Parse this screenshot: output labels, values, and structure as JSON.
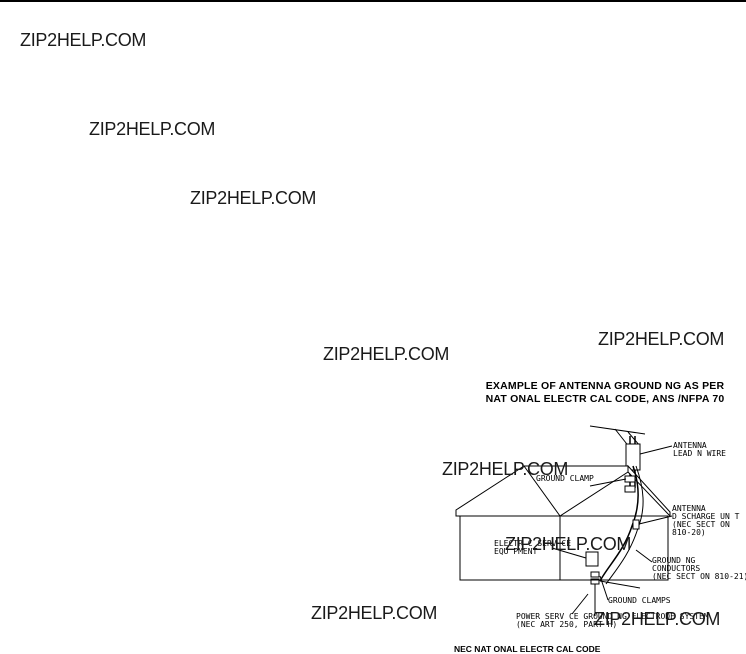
{
  "watermarks": [
    "ZIP2HELP.COM",
    "ZIP2HELP.COM",
    "ZIP2HELP.COM",
    "ZIP2HELP.COM",
    "ZIP2HELP.COM",
    "ZIP2HELP.COM",
    "ZIP2HELP.COM",
    "ZIP2HELP.COM",
    "ZIP2HELP.COM"
  ],
  "figure": {
    "title_line1": "EXAMPLE OF ANTENNA GROUND NG AS PER",
    "title_line2": "NAT ONAL ELECTR CAL CODE, ANS /NFPA 70",
    "labels": {
      "antenna_lead": "ANTENNA\nLEAD N WIRE",
      "ground_clamp": "GROUND CLAMP",
      "discharge_unit": "ANTENNA\nD SCHARGE UN T\n(NEC SECT ON\n810-20)",
      "service_equipment": "ELECTR C SERV CE\nEQU PMENT",
      "grounding_conductors": "GROUND NG\nCONDUCTORS\n(NEC SECT ON 810-21)",
      "ground_clamps": "GROUND CLAMPS",
      "power_service": "POWER SERV CE GROUND NG ELECTRODE SYSTEM\n(NEC ART 250, PART H)"
    },
    "caption": "NEC   NAT ONAL ELECTR CAL CODE"
  }
}
